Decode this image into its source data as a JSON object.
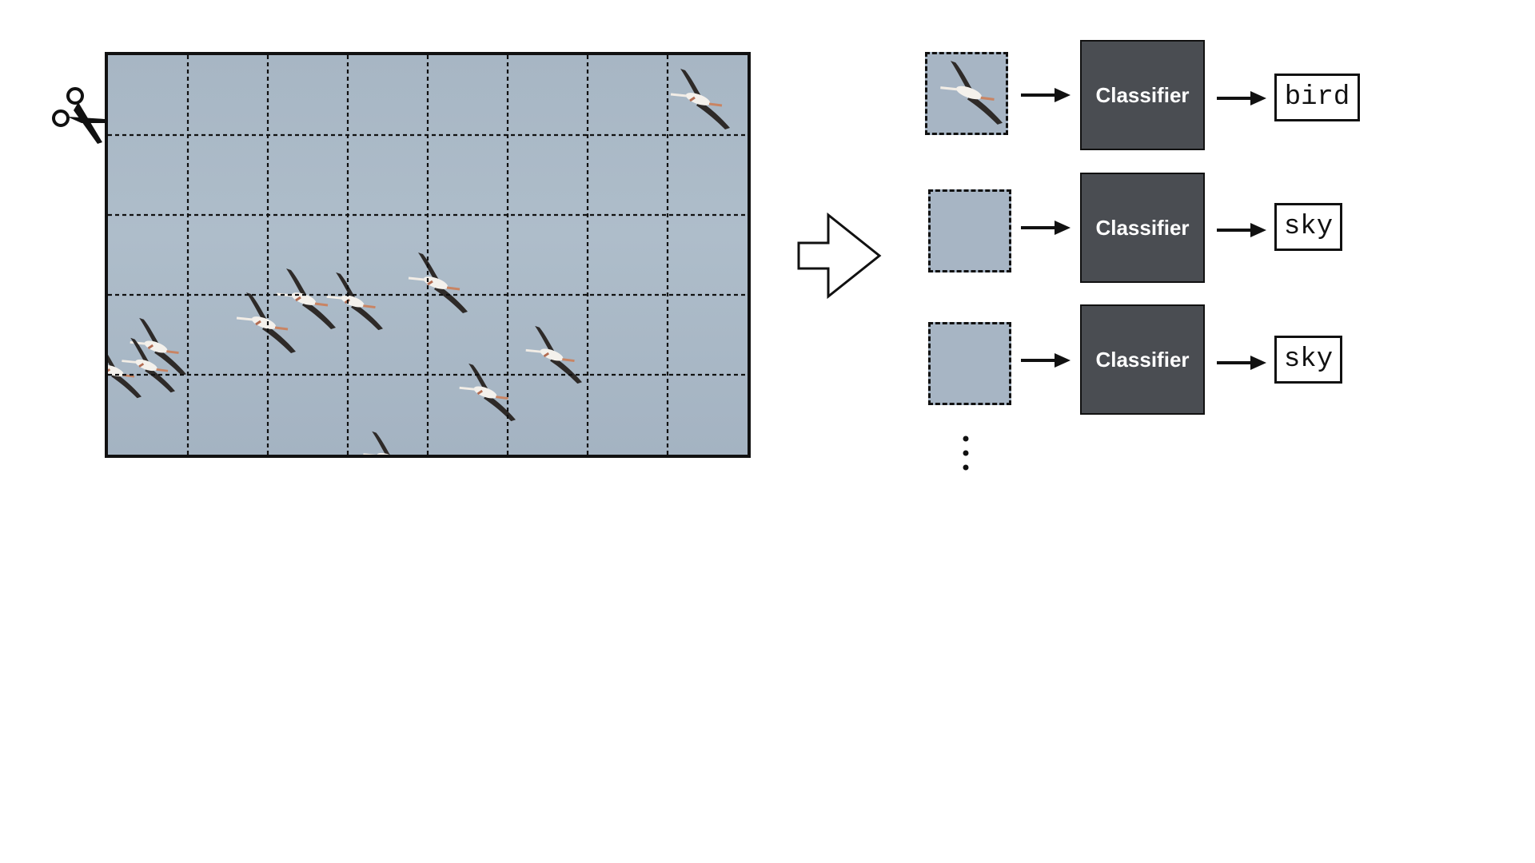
{
  "photo": {
    "grid": {
      "cols": 8,
      "rows": 5
    },
    "sky_color": "#a9b8c6"
  },
  "pipeline": {
    "rows": [
      {
        "patch": "bird-patch",
        "classifier_label": "Classifier",
        "output": "bird"
      },
      {
        "patch": "sky-patch",
        "classifier_label": "Classifier",
        "output": "sky"
      },
      {
        "patch": "sky-patch",
        "classifier_label": "Classifier",
        "output": "sky"
      }
    ],
    "continuation": "⋮"
  },
  "icons": {
    "cut": "scissors-icon",
    "transform": "hollow-right-arrow-icon",
    "flow": "right-arrow-icon"
  },
  "colors": {
    "classifier_fill": "#4a4d52",
    "classifier_text": "#ffffff",
    "line": "#111111"
  }
}
